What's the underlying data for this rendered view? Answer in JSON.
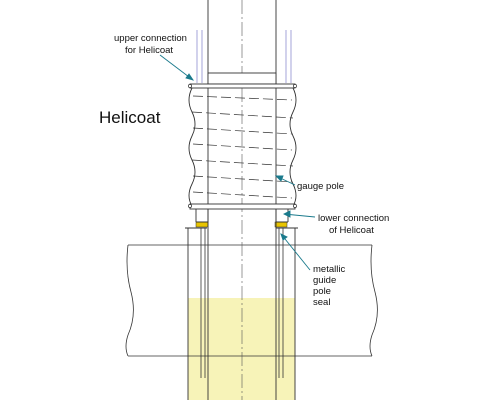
{
  "labels": {
    "upper_connection_line1": "upper connection",
    "upper_connection_line2": "for Helicoat",
    "helicoat": "Helicoat",
    "gauge_pole": "gauge pole",
    "lower_connection_line1": "lower connection",
    "lower_connection_line2": "of Helicoat",
    "guide_line1": "metallic",
    "guide_line2": "guide",
    "guide_line3": "pole",
    "guide_line4": "seal"
  },
  "colors": {
    "line": "#333333",
    "leader": "#1a7a8c",
    "liquid": "#f7f3b8",
    "seal": "#e8c400",
    "rod": "#9a9ad6"
  }
}
